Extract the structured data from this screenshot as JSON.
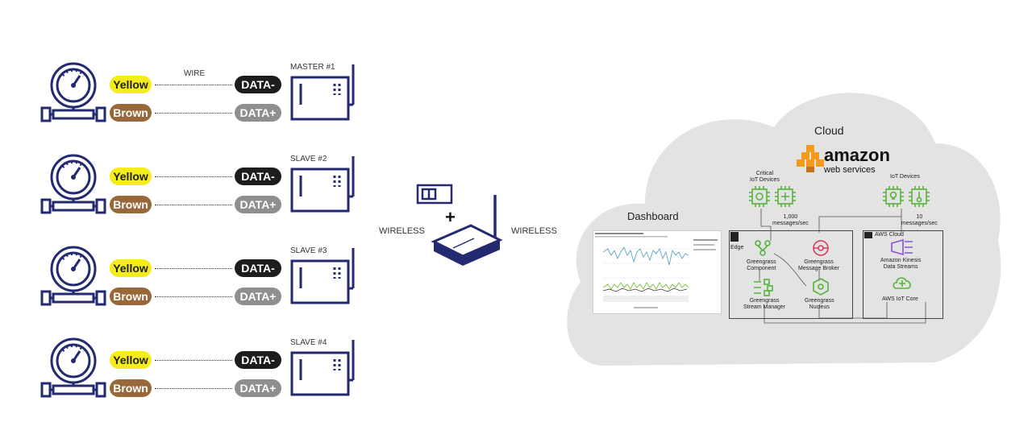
{
  "sensors": [
    {
      "device": "MASTER #1",
      "wire_top": "Yellow",
      "wire_bottom": "Brown",
      "data_top": "DATA-",
      "data_bottom": "DATA+"
    },
    {
      "device": "SLAVE #2",
      "wire_top": "Yellow",
      "wire_bottom": "Brown",
      "data_top": "DATA-",
      "data_bottom": "DATA+"
    },
    {
      "device": "SLAVE #3",
      "wire_top": "Yellow",
      "wire_bottom": "Brown",
      "data_top": "DATA-",
      "data_bottom": "DATA+"
    },
    {
      "device": "SLAVE #4",
      "wire_top": "Yellow",
      "wire_bottom": "Brown",
      "data_top": "DATA-",
      "data_bottom": "DATA+"
    }
  ],
  "wire_label": "WIRE",
  "wireless_left": "WIRELESS",
  "wireless_right": "WIRELESS",
  "plus_sign": "+",
  "cloud": {
    "title": "Cloud",
    "brand_main": "amazon",
    "brand_sub": "web services",
    "dashboard_label": "Dashboard",
    "critical_devices": "Critical\nIoT Devices",
    "iot_devices": "IoT Devices",
    "rate_critical": "1,000\nmessages/sec",
    "rate_iot": "10\nmessages/sec",
    "edge_label": "Edge",
    "aws_cloud_label": "AWS Cloud",
    "gg_component": "Greengrass\nComponent",
    "gg_broker": "Greengrass\nMessage Broker",
    "gg_stream": "Greengrass\nStream Manager",
    "gg_nucleus": "Greengrass\nNucleus",
    "kinesis": "Amazon Kinesis\nData Streams",
    "iot_core": "AWS IoT Core"
  },
  "colors": {
    "navy": "#232a70",
    "yellow": "#f4ec1b",
    "brown": "#98683a",
    "cloud_fill": "#e3e3e3",
    "aws_orange": "#f29b1d",
    "gg_green": "#56b33a",
    "broker_red": "#d83a5a",
    "kinesis_purple": "#8c4fd4"
  }
}
